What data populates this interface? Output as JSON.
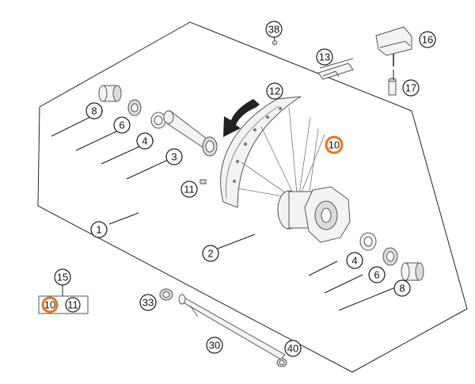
{
  "diagram": {
    "highlight_color": "#e8731c",
    "callouts": {
      "c1": "1",
      "c2": "2",
      "c3": "3",
      "c4a": "4",
      "c4b": "4",
      "c6a": "6",
      "c6b": "6",
      "c8a": "8",
      "c8b": "8",
      "c10a": "10",
      "c10b": "10",
      "c11a": "11",
      "c11b": "11",
      "c12": "12",
      "c13": "13",
      "c15": "15",
      "c16": "16",
      "c17": "17",
      "c30": "30",
      "c33": "33",
      "c38": "38",
      "c40": "40"
    },
    "highlighted": [
      "c10a",
      "c10b"
    ]
  }
}
